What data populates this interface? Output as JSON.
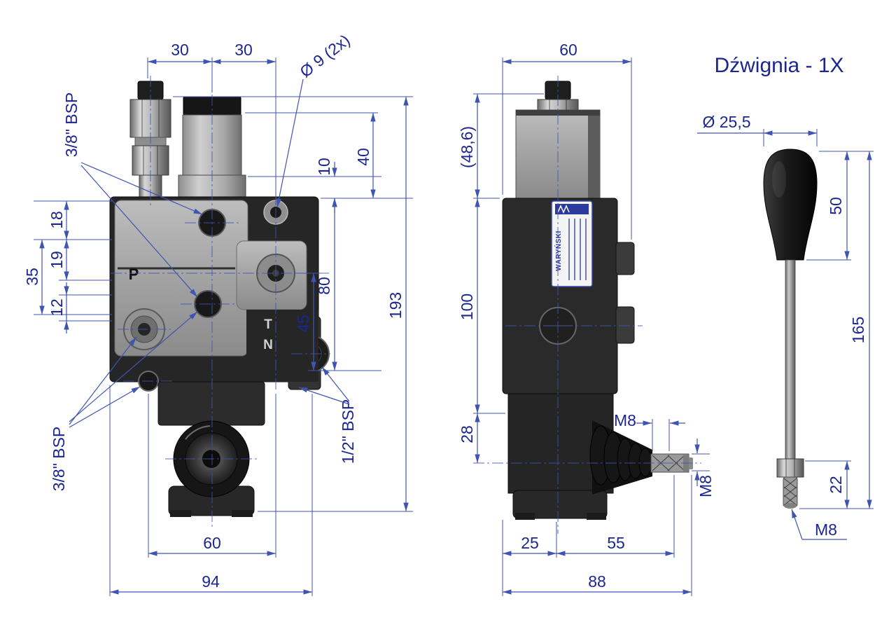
{
  "colors": {
    "dimension_line": "#4054b2",
    "dimension_text": "#1c2692",
    "body_dark": "#2a2a2a",
    "body_light": "#a9a9a9",
    "sticker_blue": "#2b3a9e"
  },
  "front_view": {
    "port_labels": {
      "p": "P",
      "t": "T",
      "n": "N"
    },
    "annotations": {
      "bsp_top": "3/8\" BSP",
      "bsp_bottom": "3/8\" BSP",
      "bsp_half": "1/2\" BSP",
      "dia_holes": "Ø 9 (2x)"
    },
    "dimensions": {
      "top_left_30": "30",
      "top_right_30": "30",
      "left_18": "18",
      "left_19": "19",
      "left_35": "35",
      "left_12": "12",
      "right_40": "40",
      "right_10": "10",
      "right_80": "80",
      "right_45": "45",
      "right_193": "193",
      "bottom_60": "60",
      "bottom_94": "94"
    }
  },
  "side_view": {
    "sticker_brand": "WARYŃSKI",
    "dimensions": {
      "top_60": "60",
      "left_48_6": "(48,6)",
      "left_100": "100",
      "left_28": "28",
      "m8_top": "M8",
      "m8_right": "M8",
      "bottom_25": "25",
      "bottom_55": "55",
      "bottom_88": "88"
    }
  },
  "lever_view": {
    "title": "Dźwignia - 1X",
    "dimensions": {
      "dia_25_5": "Ø 25,5",
      "knob_50": "50",
      "total_165": "165",
      "thread_22": "22",
      "m8": "M8"
    }
  }
}
